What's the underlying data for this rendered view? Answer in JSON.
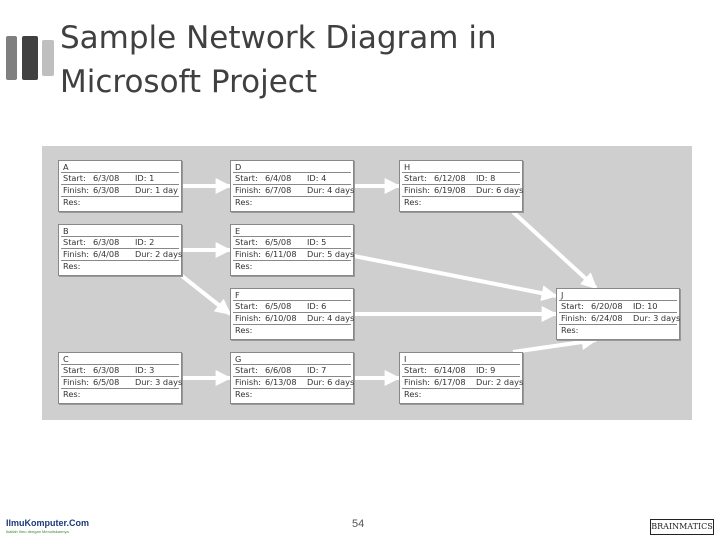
{
  "slide": {
    "title_line1": "Sample Network Diagram in",
    "title_line2": "Microsoft Project",
    "page_number": "54"
  },
  "footer": {
    "left_brand": "IlmuKomputer.Com",
    "left_tagline": "Ikatlah Ilmu dengan Menuliskannya",
    "right_logo": "BRAINMATICS"
  },
  "diagram": {
    "labels": {
      "start": "Start:",
      "finish": "Finish:",
      "id": "ID:",
      "dur": "Dur:",
      "res": "Res:"
    },
    "nodes": [
      {
        "key": "A",
        "name": "A",
        "start": "6/3/08",
        "finish": "6/3/08",
        "id": "1",
        "dur": "1 day",
        "res": ""
      },
      {
        "key": "B",
        "name": "B",
        "start": "6/3/08",
        "finish": "6/4/08",
        "id": "2",
        "dur": "2 days",
        "res": ""
      },
      {
        "key": "C",
        "name": "C",
        "start": "6/3/08",
        "finish": "6/5/08",
        "id": "3",
        "dur": "3 days",
        "res": ""
      },
      {
        "key": "D",
        "name": "D",
        "start": "6/4/08",
        "finish": "6/7/08",
        "id": "4",
        "dur": "4 days",
        "res": ""
      },
      {
        "key": "E",
        "name": "E",
        "start": "6/5/08",
        "finish": "6/11/08",
        "id": "5",
        "dur": "5 days",
        "res": ""
      },
      {
        "key": "F",
        "name": "F",
        "start": "6/5/08",
        "finish": "6/10/08",
        "id": "6",
        "dur": "4 days",
        "res": ""
      },
      {
        "key": "G",
        "name": "G",
        "start": "6/6/08",
        "finish": "6/13/08",
        "id": "7",
        "dur": "6 days",
        "res": ""
      },
      {
        "key": "H",
        "name": "H",
        "start": "6/12/08",
        "finish": "6/19/08",
        "id": "8",
        "dur": "6 days",
        "res": ""
      },
      {
        "key": "I",
        "name": "I",
        "start": "6/14/08",
        "finish": "6/17/08",
        "id": "9",
        "dur": "2 days",
        "res": ""
      },
      {
        "key": "J",
        "name": "J",
        "start": "6/20/08",
        "finish": "6/24/08",
        "id": "10",
        "dur": "3 days",
        "res": ""
      }
    ],
    "edges": [
      [
        "A",
        "D"
      ],
      [
        "D",
        "H"
      ],
      [
        "B",
        "E"
      ],
      [
        "B",
        "F"
      ],
      [
        "H",
        "J"
      ],
      [
        "E",
        "J"
      ],
      [
        "F",
        "J"
      ],
      [
        "C",
        "G"
      ],
      [
        "G",
        "I"
      ],
      [
        "I",
        "J"
      ]
    ],
    "colors": {
      "background": "#cfcfcf",
      "node_border": "#888888",
      "arrow": "#ffffff"
    }
  }
}
